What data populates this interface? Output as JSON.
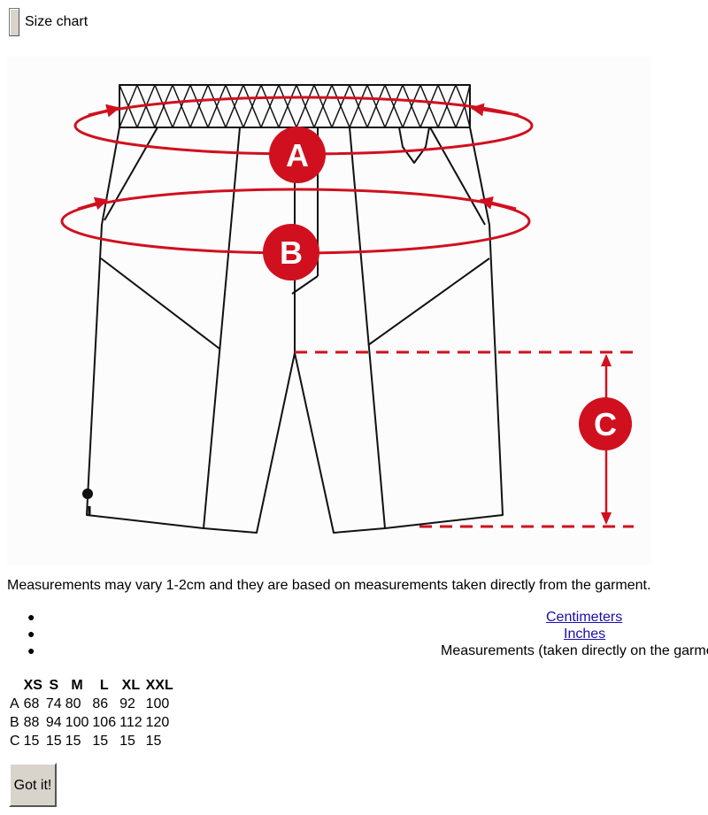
{
  "header": {
    "title": "Size chart"
  },
  "diagram": {
    "markers": [
      "A",
      "B",
      "C"
    ],
    "accent_color": "#d0101e",
    "line_color": "#111111"
  },
  "note": "Measurements may vary 1-2cm and they are based on measurements taken directly from the garment.",
  "units": {
    "centimeters": "Centimeters",
    "inches": "Inches",
    "description": "Measurements (taken directly on the garment)"
  },
  "table": {
    "headers": [
      "",
      "XS",
      "S",
      "M",
      "L",
      "XL",
      "XXL"
    ],
    "rows": [
      [
        "A",
        "68",
        "74",
        "80",
        "86",
        "92",
        "100"
      ],
      [
        "B",
        "88",
        "94",
        "100",
        "106",
        "112",
        "120"
      ],
      [
        "C",
        "15",
        "15",
        "15",
        "15",
        "15",
        "15"
      ]
    ]
  },
  "button": {
    "label": "Got it!"
  }
}
